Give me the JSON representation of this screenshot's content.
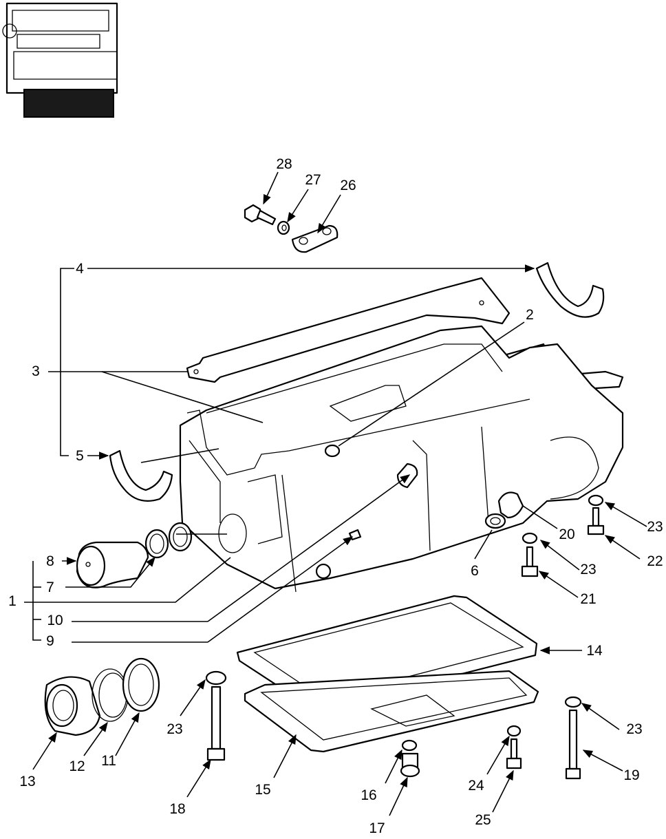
{
  "callouts": [
    "1",
    "2",
    "3",
    "4",
    "5",
    "6",
    "7",
    "8",
    "9",
    "10",
    "11",
    "12",
    "13",
    "14",
    "15",
    "16",
    "17",
    "18",
    "19",
    "20",
    "21",
    "22",
    "23",
    "23",
    "23",
    "23",
    "24",
    "25",
    "26",
    "27",
    "28"
  ]
}
